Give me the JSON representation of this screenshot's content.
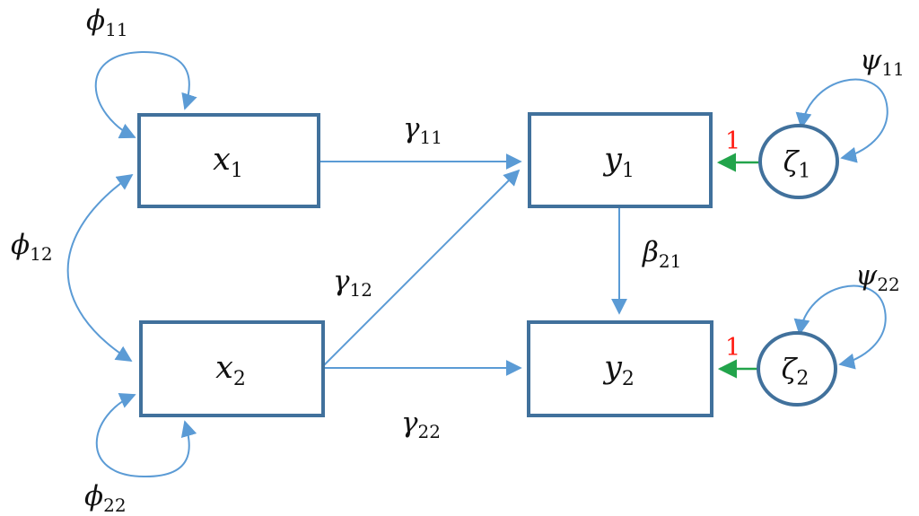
{
  "diagram_title": "structural-equation-model-path-diagram",
  "colors": {
    "box_border": "#41719C",
    "arrow_blue": "#5B9BD5",
    "arrow_green": "#22A44B",
    "label_red": "#FF1A10",
    "text": "#111111",
    "background": "#FFFFFF"
  },
  "labels": {
    "x1": {
      "base": "x",
      "sub": "1"
    },
    "x2": {
      "base": "x",
      "sub": "2"
    },
    "y1": {
      "base": "y",
      "sub": "1"
    },
    "y2": {
      "base": "y",
      "sub": "2"
    },
    "zeta1": {
      "base": "ζ",
      "sub": "1"
    },
    "zeta2": {
      "base": "ζ",
      "sub": "2"
    },
    "phi11": {
      "base": "ϕ",
      "sub": "11"
    },
    "phi12": {
      "base": "ϕ",
      "sub": "12"
    },
    "phi22": {
      "base": "ϕ",
      "sub": "22"
    },
    "gamma11": {
      "base": "γ",
      "sub": "11"
    },
    "gamma12": {
      "base": "γ",
      "sub": "12"
    },
    "gamma22": {
      "base": "γ",
      "sub": "22"
    },
    "beta21": {
      "base": "β",
      "sub": "21"
    },
    "psi11": {
      "base": "ψ",
      "sub": "11"
    },
    "psi22": {
      "base": "ψ",
      "sub": "22"
    },
    "loading1": {
      "text": "1"
    },
    "loading2": {
      "text": "1"
    }
  },
  "nodes": [
    {
      "id": "x1",
      "shape": "rectangle",
      "label": "x1",
      "role": "exogenous variable"
    },
    {
      "id": "x2",
      "shape": "rectangle",
      "label": "x2",
      "role": "exogenous variable"
    },
    {
      "id": "y1",
      "shape": "rectangle",
      "label": "y1",
      "role": "endogenous variable"
    },
    {
      "id": "y2",
      "shape": "rectangle",
      "label": "y2",
      "role": "endogenous variable"
    },
    {
      "id": "zeta1",
      "shape": "circle",
      "label": "ζ1",
      "role": "disturbance term"
    },
    {
      "id": "zeta2",
      "shape": "circle",
      "label": "ζ2",
      "role": "disturbance term"
    }
  ],
  "edges": [
    {
      "from": "x1",
      "to": "y1",
      "label": "γ11",
      "style": "single-headed",
      "color": "blue"
    },
    {
      "from": "x2",
      "to": "y1",
      "label": "γ12",
      "style": "single-headed",
      "color": "blue"
    },
    {
      "from": "x2",
      "to": "y2",
      "label": "γ22",
      "style": "single-headed",
      "color": "blue"
    },
    {
      "from": "y1",
      "to": "y2",
      "label": "β21",
      "style": "single-headed",
      "color": "blue"
    },
    {
      "from": "zeta1",
      "to": "y1",
      "label": "1",
      "style": "single-headed",
      "color": "green",
      "label_color": "red"
    },
    {
      "from": "zeta2",
      "to": "y2",
      "label": "1",
      "style": "single-headed",
      "color": "green",
      "label_color": "red"
    },
    {
      "from": "x1",
      "to": "x1",
      "label": "ϕ11",
      "style": "double-headed-loop",
      "color": "blue"
    },
    {
      "from": "x1",
      "to": "x2",
      "label": "ϕ12",
      "style": "double-headed-curve",
      "color": "blue"
    },
    {
      "from": "x2",
      "to": "x2",
      "label": "ϕ22",
      "style": "double-headed-loop",
      "color": "blue"
    },
    {
      "from": "zeta1",
      "to": "zeta1",
      "label": "ψ11",
      "style": "double-headed-loop",
      "color": "blue"
    },
    {
      "from": "zeta2",
      "to": "zeta2",
      "label": "ψ22",
      "style": "double-headed-loop",
      "color": "blue"
    }
  ]
}
